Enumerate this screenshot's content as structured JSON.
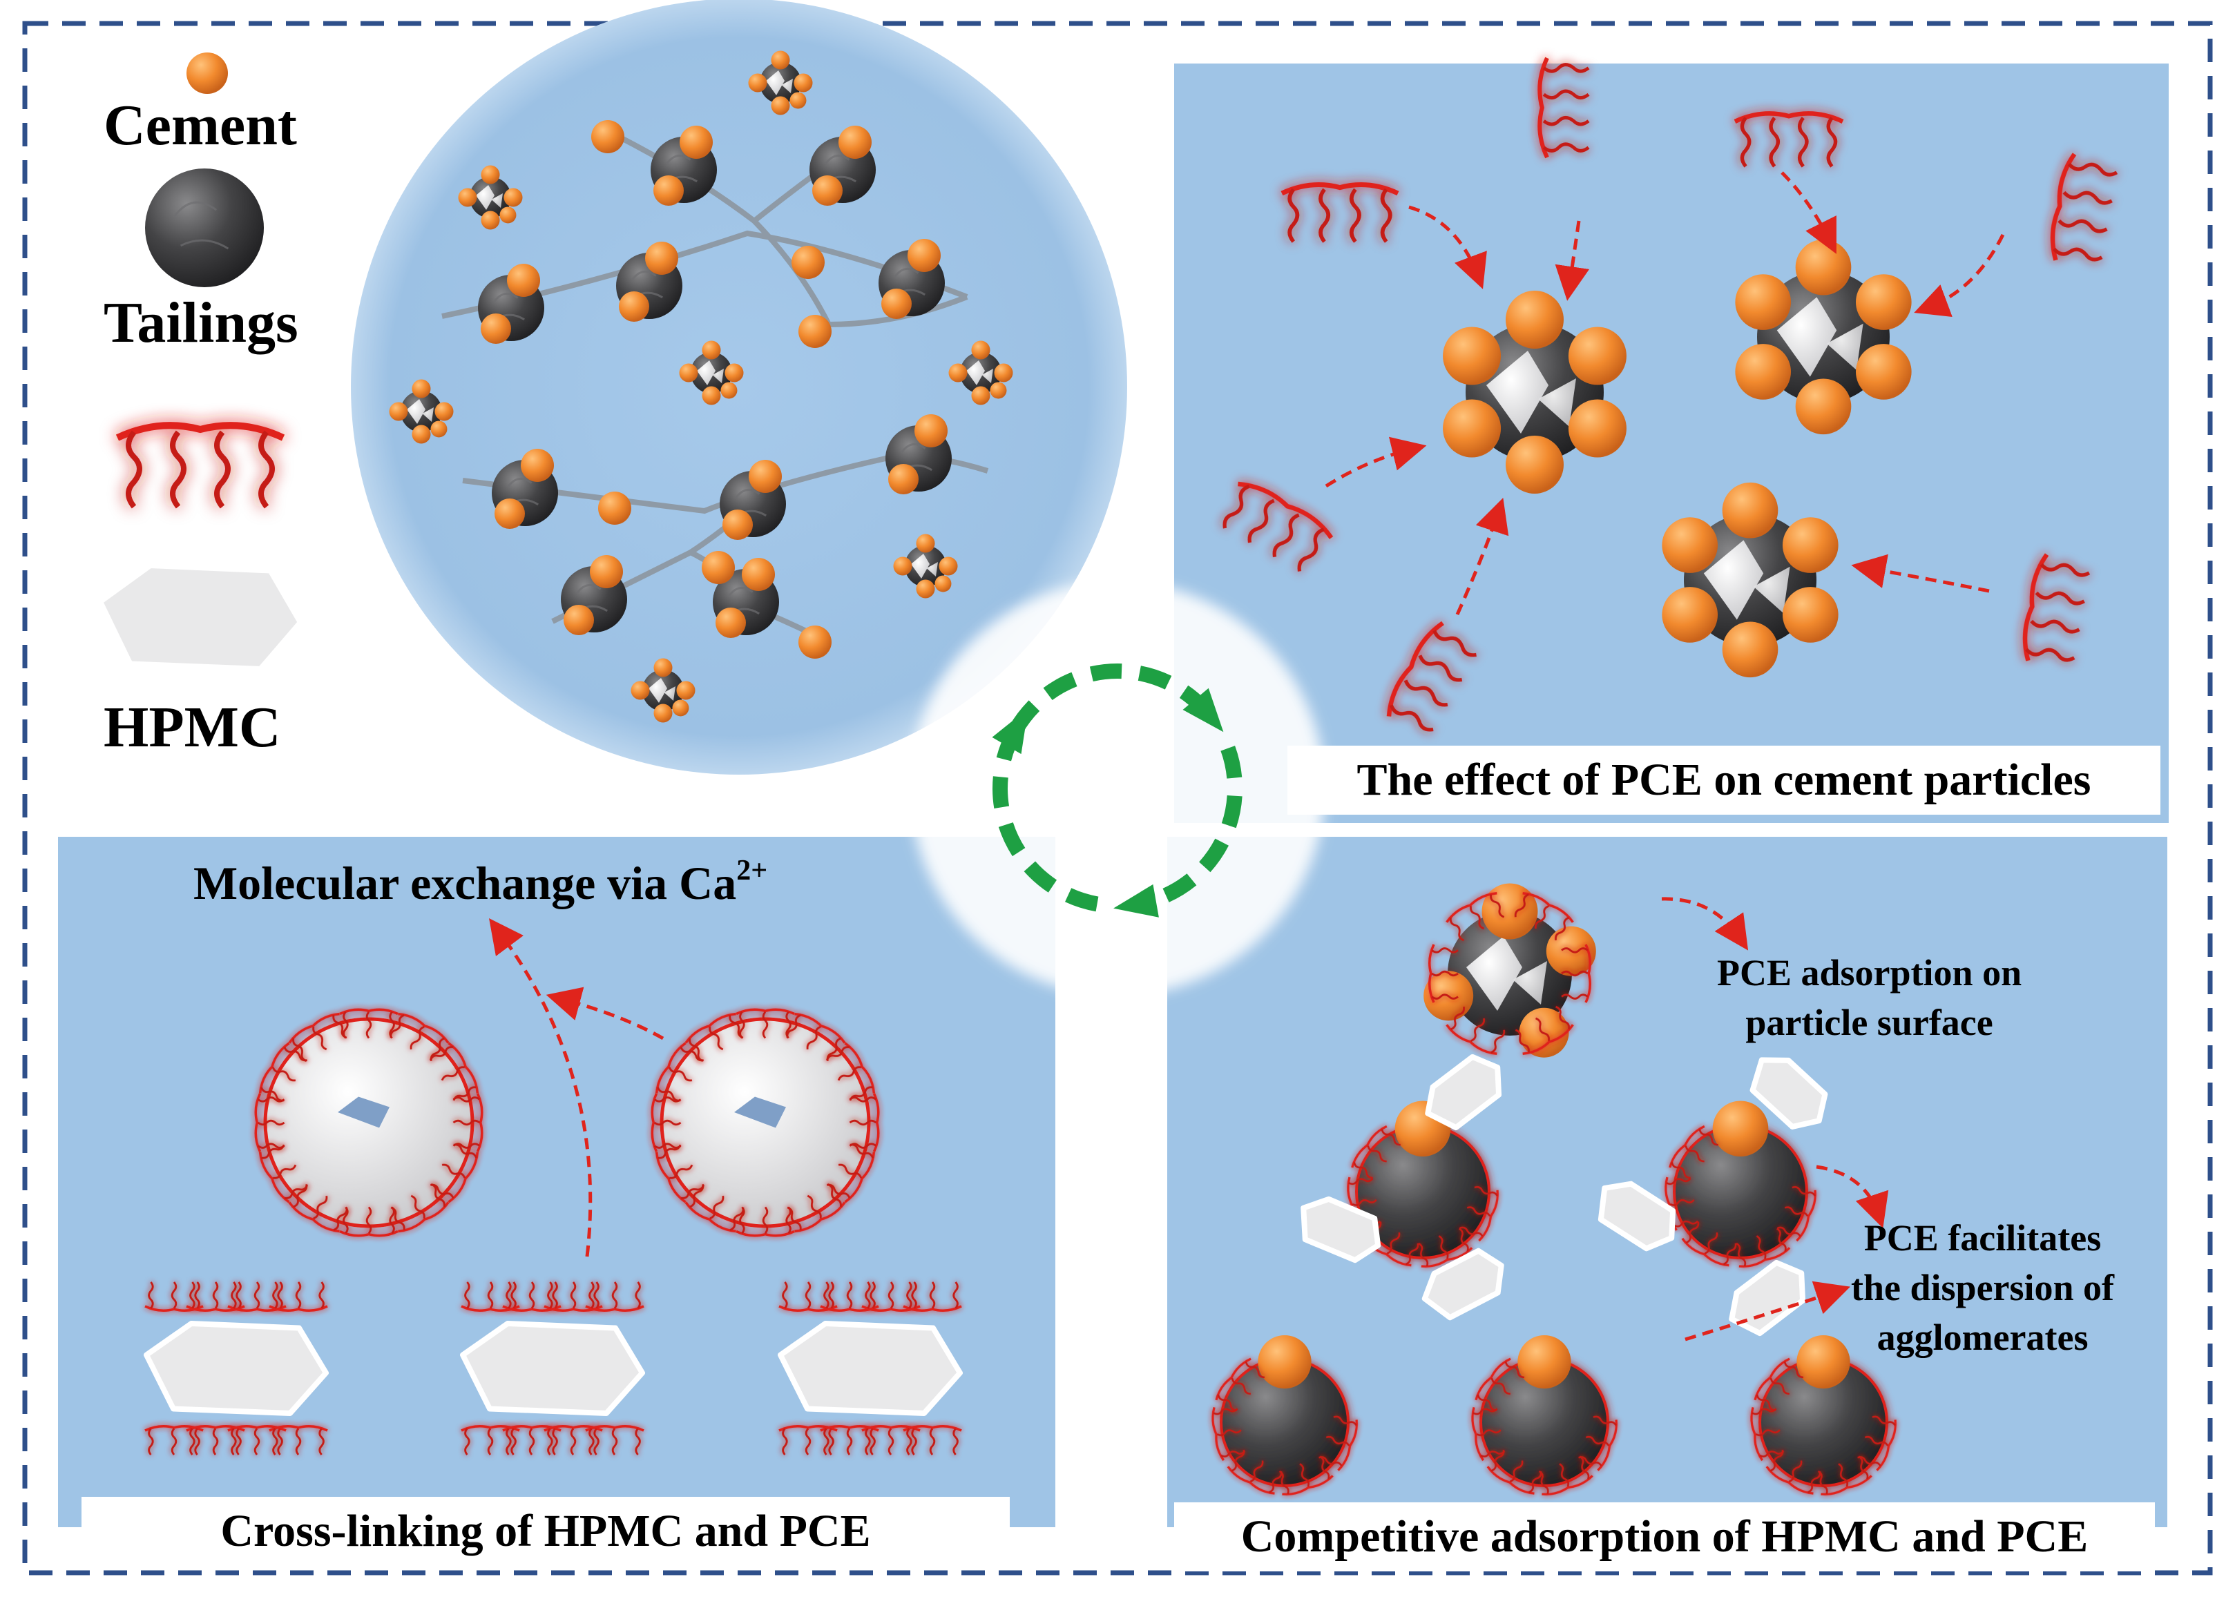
{
  "legend": {
    "cement": "Cement",
    "tailings": "Tailings",
    "hpmc": "HPMC"
  },
  "panels": {
    "pce_effect": {
      "caption": "The effect of PCE on cement particles"
    },
    "cross_linking": {
      "title": "Molecular exchange via Ca",
      "title_sup": "2+",
      "caption": "Cross-linking of HPMC and PCE"
    },
    "competitive": {
      "note_adsorption": [
        "PCE adsorption on",
        "particle surface"
      ],
      "note_dispersion": [
        "PCE facilitates",
        "the dispersion of",
        "agglomerates"
      ],
      "caption": "Competitive adsorption of HPMC and PCE"
    }
  },
  "colors": {
    "panel_blue": "#9fc4e6",
    "cement_orange": "#f28a2e",
    "tailings_dark": "#3c3c3e",
    "pce_red": "#e0241c",
    "cycle_green": "#1ea043",
    "frame_blue": "#2e4f8a",
    "hpmc_white": "#e9e9ea"
  }
}
